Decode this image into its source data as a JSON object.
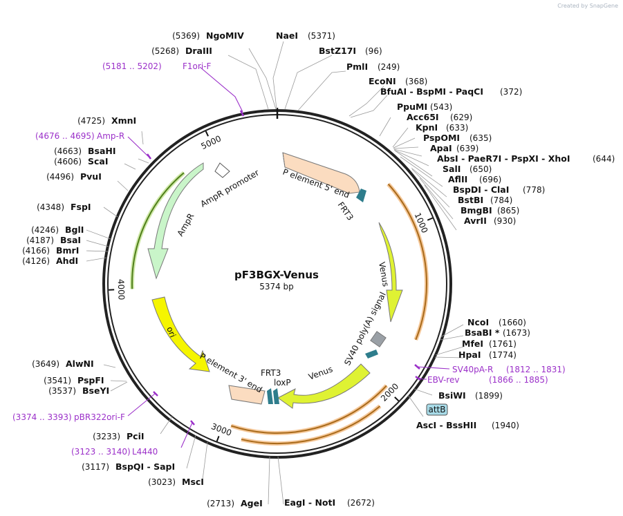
{
  "credit": "Created by SnapGene",
  "plasmid": {
    "name": "pF3BGX-Venus",
    "size_label": "5374 bp",
    "length": 5374
  },
  "ticks": [
    {
      "pos": 1000,
      "label": "1000"
    },
    {
      "pos": 2000,
      "label": "2000"
    },
    {
      "pos": 3000,
      "label": "3000"
    },
    {
      "pos": 4000,
      "label": "4000"
    },
    {
      "pos": 5000,
      "label": "5000"
    }
  ],
  "features": [
    {
      "name": "P element 5' end",
      "color": "#fbdcc0"
    },
    {
      "name": "FRT3",
      "color": "#2e7d8c"
    },
    {
      "name": "Venus",
      "color": "#dff233"
    },
    {
      "name": "SV40 poly(A) signal",
      "color": "#9aa0a6"
    },
    {
      "name": "P element 3' end",
      "color": "#fbdcc0"
    },
    {
      "name": "FRT3",
      "color": "#2e7d8c"
    },
    {
      "name": "loxP",
      "color": "#2e7d8c"
    },
    {
      "name": "ori",
      "color": "#f5f500"
    },
    {
      "name": "AmpR",
      "color": "#c9f5c9"
    },
    {
      "name": "AmpR promoter",
      "color": "#ffffff"
    },
    {
      "name": "attB",
      "color": "#a8dbe8"
    }
  ],
  "sites": [
    {
      "name": "NgoMIV",
      "pos": "(5369)"
    },
    {
      "name": "NaeI",
      "pos": "(5371)"
    },
    {
      "name": "DraIII",
      "pos": "(5268)"
    },
    {
      "name": "BstZ17I",
      "pos": "(96)"
    },
    {
      "name": "PmlI",
      "pos": "(249)"
    },
    {
      "name": "EcoNI",
      "pos": "(368)"
    },
    {
      "name": "BfuAI - BspMI - PaqCI",
      "pos": "(372)"
    },
    {
      "name": "PpuMI",
      "pos": "(543)"
    },
    {
      "name": "Acc65I",
      "pos": "(629)"
    },
    {
      "name": "KpnI",
      "pos": "(633)"
    },
    {
      "name": "PspOMI",
      "pos": "(635)"
    },
    {
      "name": "ApaI",
      "pos": "(639)"
    },
    {
      "name": "AbsI - PaeR7I - PspXI - XhoI",
      "pos": "(644)"
    },
    {
      "name": "SalI",
      "pos": "(650)"
    },
    {
      "name": "AflII",
      "pos": "(696)"
    },
    {
      "name": "BspDI - ClaI",
      "pos": "(778)"
    },
    {
      "name": "BstBI",
      "pos": "(784)"
    },
    {
      "name": "BmgBI",
      "pos": "(865)"
    },
    {
      "name": "AvrII",
      "pos": "(930)"
    },
    {
      "name": "XmnI",
      "pos": "(4725)"
    },
    {
      "name": "BsaHI",
      "pos": "(4663)"
    },
    {
      "name": "ScaI",
      "pos": "(4606)"
    },
    {
      "name": "PvuI",
      "pos": "(4496)"
    },
    {
      "name": "FspI",
      "pos": "(4348)"
    },
    {
      "name": "BglI",
      "pos": "(4246)"
    },
    {
      "name": "BsaI",
      "pos": "(4187)"
    },
    {
      "name": "BmrI",
      "pos": "(4166)"
    },
    {
      "name": "AhdI",
      "pos": "(4126)"
    },
    {
      "name": "NcoI",
      "pos": "(1660)"
    },
    {
      "name": "BsaBI *",
      "pos": "(1673)"
    },
    {
      "name": "MfeI",
      "pos": "(1761)"
    },
    {
      "name": "HpaI",
      "pos": "(1774)"
    },
    {
      "name": "BsiWI",
      "pos": "(1899)"
    },
    {
      "name": "AscI - BssHII",
      "pos": "(1940)"
    },
    {
      "name": "AlwNI",
      "pos": "(3649)"
    },
    {
      "name": "PspFI",
      "pos": "(3541)"
    },
    {
      "name": "BseYI",
      "pos": "(3537)"
    },
    {
      "name": "PciI",
      "pos": "(3233)"
    },
    {
      "name": "BspQI - SapI",
      "pos": "(3117)"
    },
    {
      "name": "MscI",
      "pos": "(3023)"
    },
    {
      "name": "AgeI",
      "pos": "(2713)"
    },
    {
      "name": "EagI - NotI",
      "pos": "(2672)"
    }
  ],
  "primers": [
    {
      "name": "F1ori-F",
      "pos": "(5181 .. 5202)"
    },
    {
      "name": "Amp-R",
      "pos": "(4676 .. 4695)"
    },
    {
      "name": "SV40pA-R",
      "pos": "(1812 .. 1831)"
    },
    {
      "name": "EBV-rev",
      "pos": "(1866 .. 1885)"
    },
    {
      "name": "pBR322ori-F",
      "pos": "(3374 .. 3393)"
    },
    {
      "name": "L4440",
      "pos": "(3123 .. 3140)"
    }
  ]
}
